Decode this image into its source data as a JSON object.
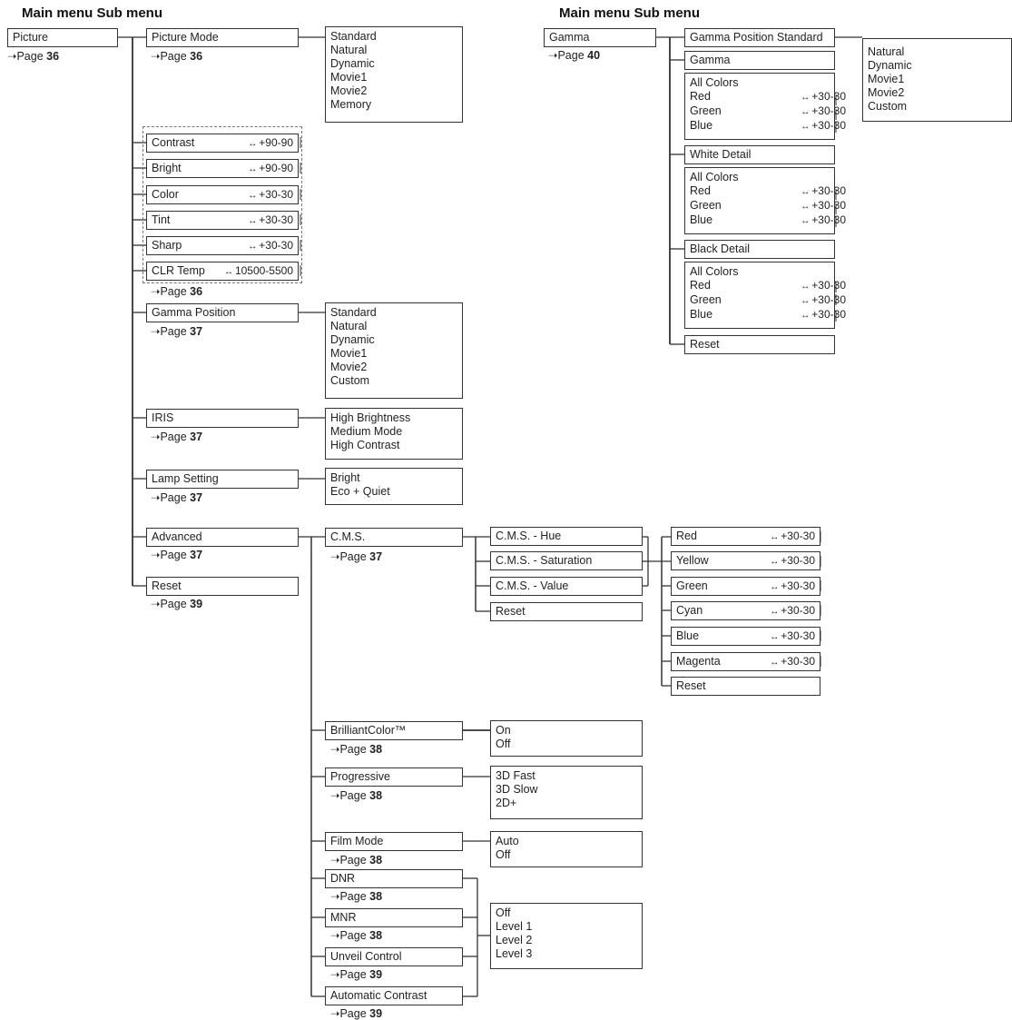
{
  "headers": {
    "left": "Main menu Sub menu",
    "right": "Main menu Sub menu"
  },
  "page_ref": {
    "prefix": "➝Page "
  },
  "range_arrow": "↔",
  "picture": {
    "label": "Picture",
    "page": "36",
    "picture_mode": {
      "label": "Picture Mode",
      "page": "36",
      "options": [
        "Standard",
        "Natural",
        "Dynamic",
        "Movie1",
        "Movie2",
        "Memory"
      ]
    },
    "adjustments": [
      {
        "label": "Contrast",
        "range": "+90-90"
      },
      {
        "label": "Bright",
        "range": "+90-90"
      },
      {
        "label": "Color",
        "range": "+30-30"
      },
      {
        "label": "Tint",
        "range": "+30-30"
      },
      {
        "label": "Sharp",
        "range": "+30-30"
      },
      {
        "label": "CLR Temp",
        "range": "10500-5500"
      }
    ],
    "adjustments_page": "36",
    "gamma_position": {
      "label": "Gamma Position",
      "page": "37",
      "options": [
        "Standard",
        "Natural",
        "Dynamic",
        "Movie1",
        "Movie2",
        "Custom"
      ]
    },
    "iris": {
      "label": "IRIS",
      "page": "37",
      "options": [
        "High Brightness",
        "Medium Mode",
        "High Contrast"
      ]
    },
    "lamp": {
      "label": "Lamp Setting",
      "page": "37",
      "options": [
        "Bright",
        "Eco + Quiet"
      ]
    },
    "advanced": {
      "label": "Advanced",
      "page": "37"
    },
    "reset": {
      "label": "Reset",
      "page": "39"
    }
  },
  "cms": {
    "label": "C.M.S.",
    "page": "37",
    "sub": [
      "C.M.S. - Hue",
      "C.M.S. - Saturation",
      "C.M.S. - Value",
      "Reset"
    ],
    "colors": [
      {
        "label": "Red",
        "range": "+30-30"
      },
      {
        "label": "Yellow",
        "range": "+30-30"
      },
      {
        "label": "Green",
        "range": "+30-30"
      },
      {
        "label": "Cyan",
        "range": "+30-30"
      },
      {
        "label": "Blue",
        "range": "+30-30"
      },
      {
        "label": "Magenta",
        "range": "+30-30"
      }
    ],
    "colors_reset": "Reset"
  },
  "brilliant": {
    "label": "BrilliantColor™",
    "page": "38",
    "options": [
      "On",
      "Off"
    ]
  },
  "progressive": {
    "label": "Progressive",
    "page": "38",
    "options": [
      "3D Fast",
      "3D Slow",
      "2D+"
    ]
  },
  "film": {
    "label": "Film Mode",
    "page": "38",
    "options": [
      "Auto",
      "Off"
    ]
  },
  "dnr": {
    "label": "DNR",
    "page": "38"
  },
  "mnr": {
    "label": "MNR",
    "page": "38"
  },
  "unveil": {
    "label": "Unveil Control",
    "page": "39"
  },
  "autocontrast": {
    "label": "Automatic Contrast",
    "page": "39"
  },
  "noise_options": [
    "Off",
    "Level 1",
    "Level 2",
    "Level 3"
  ],
  "gamma": {
    "label": "Gamma",
    "page": "40",
    "position_std": "Gamma Position Standard",
    "position_options": [
      "Natural",
      "Dynamic",
      "Movie1",
      "Movie2",
      "Custom"
    ],
    "sections": [
      {
        "title": "Gamma",
        "all": "All Colors",
        "rows": [
          {
            "label": "Red",
            "range": "+30-30"
          },
          {
            "label": "Green",
            "range": "+30-30"
          },
          {
            "label": "Blue",
            "range": "+30-30"
          }
        ]
      },
      {
        "title": "White Detail",
        "all": "All Colors",
        "rows": [
          {
            "label": "Red",
            "range": "+30-30"
          },
          {
            "label": "Green",
            "range": "+30-30"
          },
          {
            "label": "Blue",
            "range": "+30-30"
          }
        ]
      },
      {
        "title": "Black Detail",
        "all": "All Colors",
        "rows": [
          {
            "label": "Red",
            "range": "+30-30"
          },
          {
            "label": "Green",
            "range": "+30-30"
          },
          {
            "label": "Blue",
            "range": "+30-30"
          }
        ]
      }
    ],
    "reset": "Reset"
  }
}
